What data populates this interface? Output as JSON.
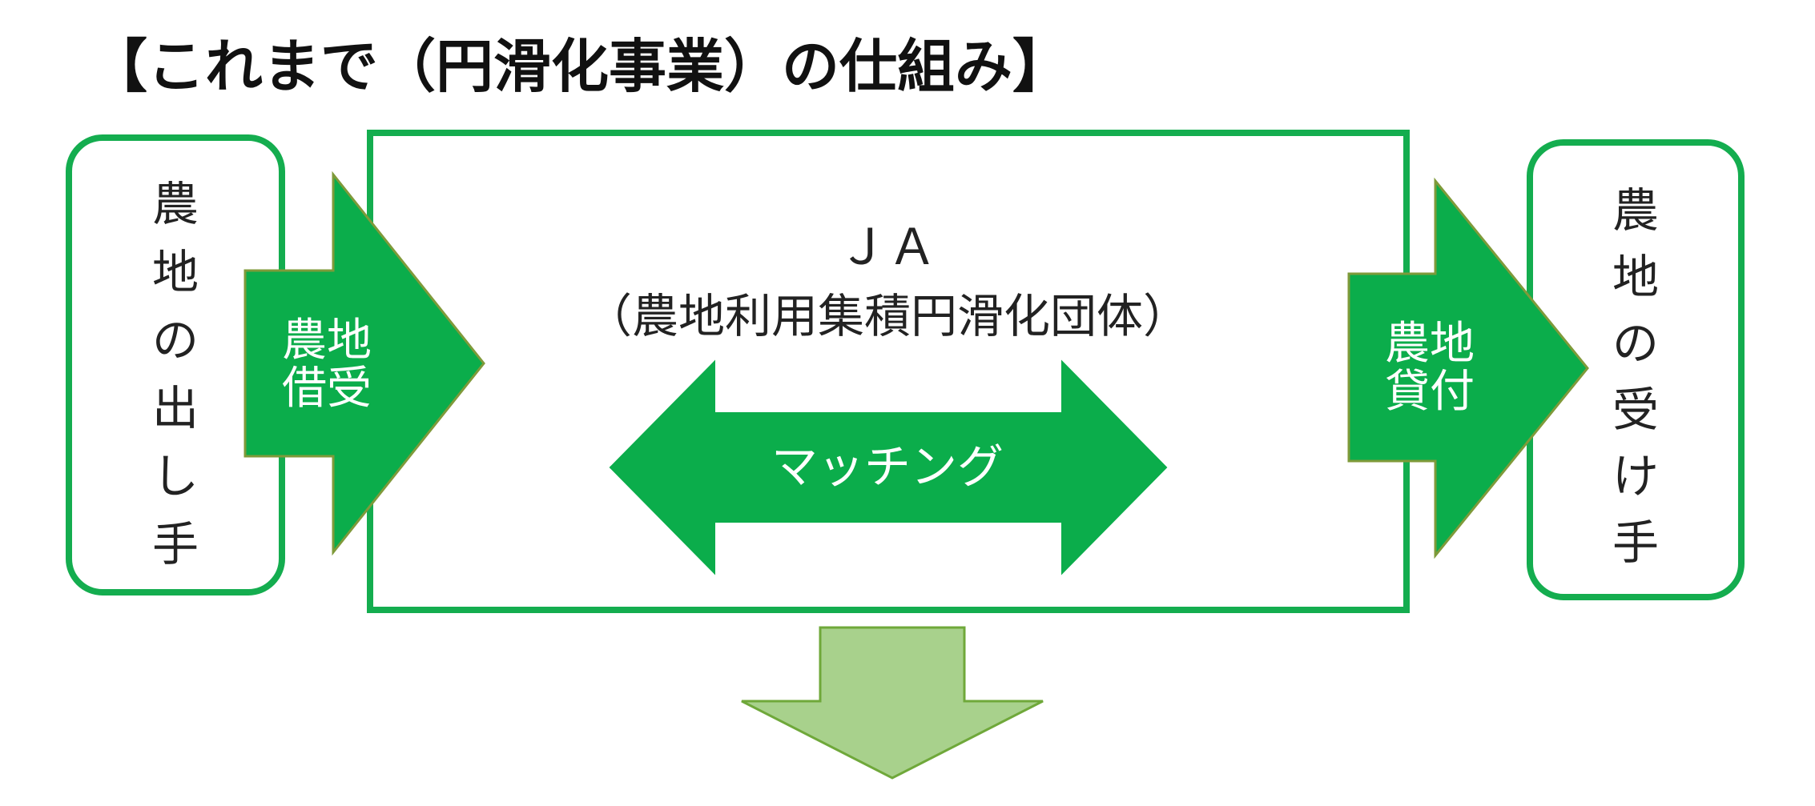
{
  "title": "【これまで（円滑化事業）の仕組み】",
  "left_party": {
    "chars": [
      "農",
      "地",
      "の",
      "出",
      "し",
      "手"
    ]
  },
  "left_arrow": {
    "line1": "農地",
    "line2": "借受"
  },
  "center_box": {
    "title": "ＪＡ",
    "subtitle": "（農地利用集積円滑化団体）",
    "matching_label": "マッチング"
  },
  "right_arrow": {
    "line1": "農地",
    "line2": "貸付"
  },
  "right_party": {
    "chars": [
      "農",
      "地",
      "の",
      "受",
      "け",
      "手"
    ]
  },
  "colors": {
    "box_stroke": "#14ad4f",
    "arrow_fill": "#0bad4b",
    "arrow_edge": "#7f9a3a",
    "down_arrow_fill": "#a8d18c",
    "down_arrow_edge": "#6fa83a"
  }
}
